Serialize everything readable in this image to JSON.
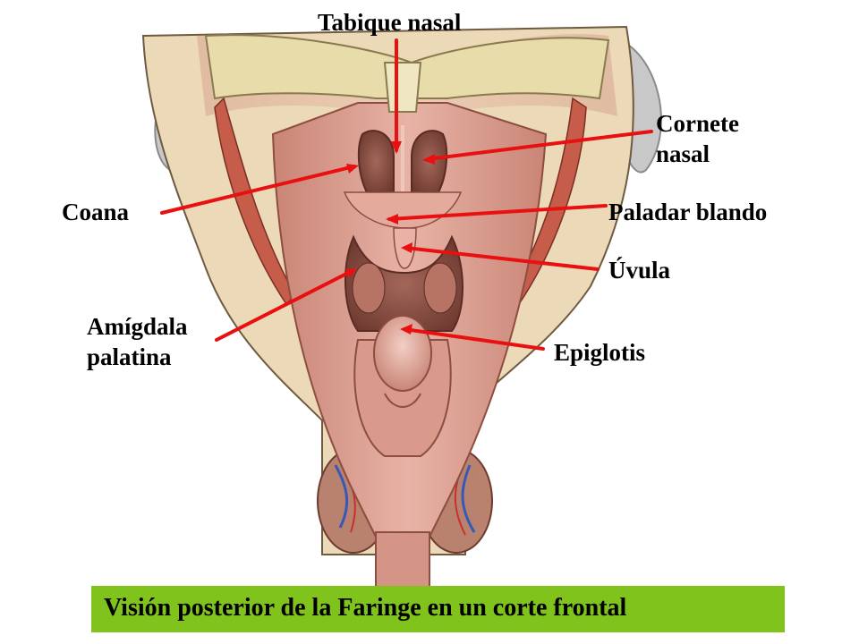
{
  "labels": {
    "tabique_nasal": "Tabique nasal",
    "cornete_nasal": "Cornete\nnasal",
    "coana": "Coana",
    "paladar_blando": "Paladar blando",
    "uvula": "Úvula",
    "amigdala_palatina": "Amígdala\npalatina",
    "epiglotis": "Epiglotis"
  },
  "caption": "Visión posterior de la Faringe en un corte frontal",
  "colors": {
    "pointer": "#e81010",
    "caption_bg": "#7fc31c",
    "tissue": "#d99a8c",
    "tissue_dark": "#9c5a4c",
    "bone": "#e8dcaa"
  }
}
